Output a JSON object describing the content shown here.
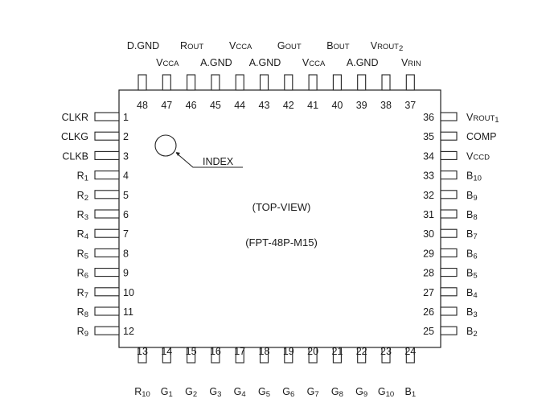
{
  "chip": {
    "view_label": "(TOP-VIEW)",
    "package_label": "(FPT-48P-M15)",
    "index_label": "INDEX",
    "top_pins": [
      {
        "num": "48",
        "sig": "D.GND"
      },
      {
        "num": "47",
        "sig": "VCCA"
      },
      {
        "num": "46",
        "sig": "ROUT"
      },
      {
        "num": "45",
        "sig": "A.GND"
      },
      {
        "num": "44",
        "sig": "VCCA"
      },
      {
        "num": "43",
        "sig": "A.GND"
      },
      {
        "num": "42",
        "sig": "GOUT"
      },
      {
        "num": "41",
        "sig": "VCCA"
      },
      {
        "num": "40",
        "sig": "BOUT"
      },
      {
        "num": "39",
        "sig": "A.GND"
      },
      {
        "num": "38",
        "sig": "VROUT2"
      },
      {
        "num": "37",
        "sig": "VRIN"
      }
    ],
    "left_pins": [
      {
        "num": "1",
        "sig": "CLKR"
      },
      {
        "num": "2",
        "sig": "CLKG"
      },
      {
        "num": "3",
        "sig": "CLKB"
      },
      {
        "num": "4",
        "sig": "R1"
      },
      {
        "num": "5",
        "sig": "R2"
      },
      {
        "num": "6",
        "sig": "R3"
      },
      {
        "num": "7",
        "sig": "R4"
      },
      {
        "num": "8",
        "sig": "R5"
      },
      {
        "num": "9",
        "sig": "R6"
      },
      {
        "num": "10",
        "sig": "R7"
      },
      {
        "num": "11",
        "sig": "R8"
      },
      {
        "num": "12",
        "sig": "R9"
      }
    ],
    "bottom_pins": [
      {
        "num": "13",
        "sig": "R10"
      },
      {
        "num": "14",
        "sig": "G1"
      },
      {
        "num": "15",
        "sig": "G2"
      },
      {
        "num": "16",
        "sig": "G3"
      },
      {
        "num": "17",
        "sig": "G4"
      },
      {
        "num": "18",
        "sig": "G5"
      },
      {
        "num": "19",
        "sig": "G6"
      },
      {
        "num": "20",
        "sig": "G7"
      },
      {
        "num": "21",
        "sig": "G8"
      },
      {
        "num": "22",
        "sig": "G9"
      },
      {
        "num": "23",
        "sig": "G10"
      },
      {
        "num": "24",
        "sig": "B1"
      }
    ],
    "right_pins": [
      {
        "num": "36",
        "sig": "VROUT1"
      },
      {
        "num": "35",
        "sig": "COMP"
      },
      {
        "num": "34",
        "sig": "VCCD"
      },
      {
        "num": "33",
        "sig": "B10"
      },
      {
        "num": "32",
        "sig": "B9"
      },
      {
        "num": "31",
        "sig": "B8"
      },
      {
        "num": "30",
        "sig": "B7"
      },
      {
        "num": "29",
        "sig": "B6"
      },
      {
        "num": "28",
        "sig": "B5"
      },
      {
        "num": "27",
        "sig": "B4"
      },
      {
        "num": "26",
        "sig": "B3"
      },
      {
        "num": "25",
        "sig": "B2"
      }
    ]
  }
}
